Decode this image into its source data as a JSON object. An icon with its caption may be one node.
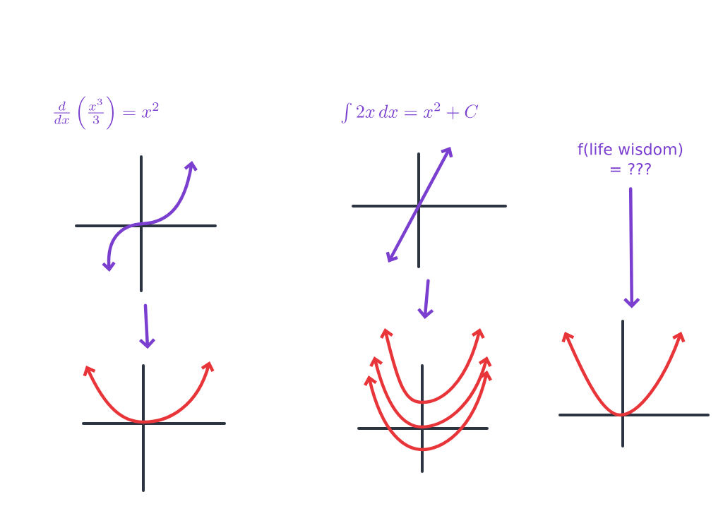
{
  "diagram": {
    "nodes": [
      {
        "text": [],
        "shape": "picture"
      },
      {
        "text": [],
        "shape": "picture"
      },
      {
        "text": [],
        "shape": "picture"
      },
      {
        "text": [],
        "shape": "picture"
      },
      {
        "text": [
          "f(life wisdom) = ???"
        ]
      },
      {
        "text": [],
        "shape": "picture"
      }
    ],
    "edges": [
      {
        "from": 0,
        "to": 1,
        "arrow": "to"
      },
      {
        "from": 2,
        "to": 3,
        "arrow": "to"
      },
      {
        "from": 4,
        "to": 5,
        "arrow": "to"
      }
    ],
    "labels": [
      "\\frac{d}{dx}\\left(\\frac{x^3}{3}\\right) = x^2",
      "\\int 2x\\,dx = x^2 + C"
    ]
  }
}
